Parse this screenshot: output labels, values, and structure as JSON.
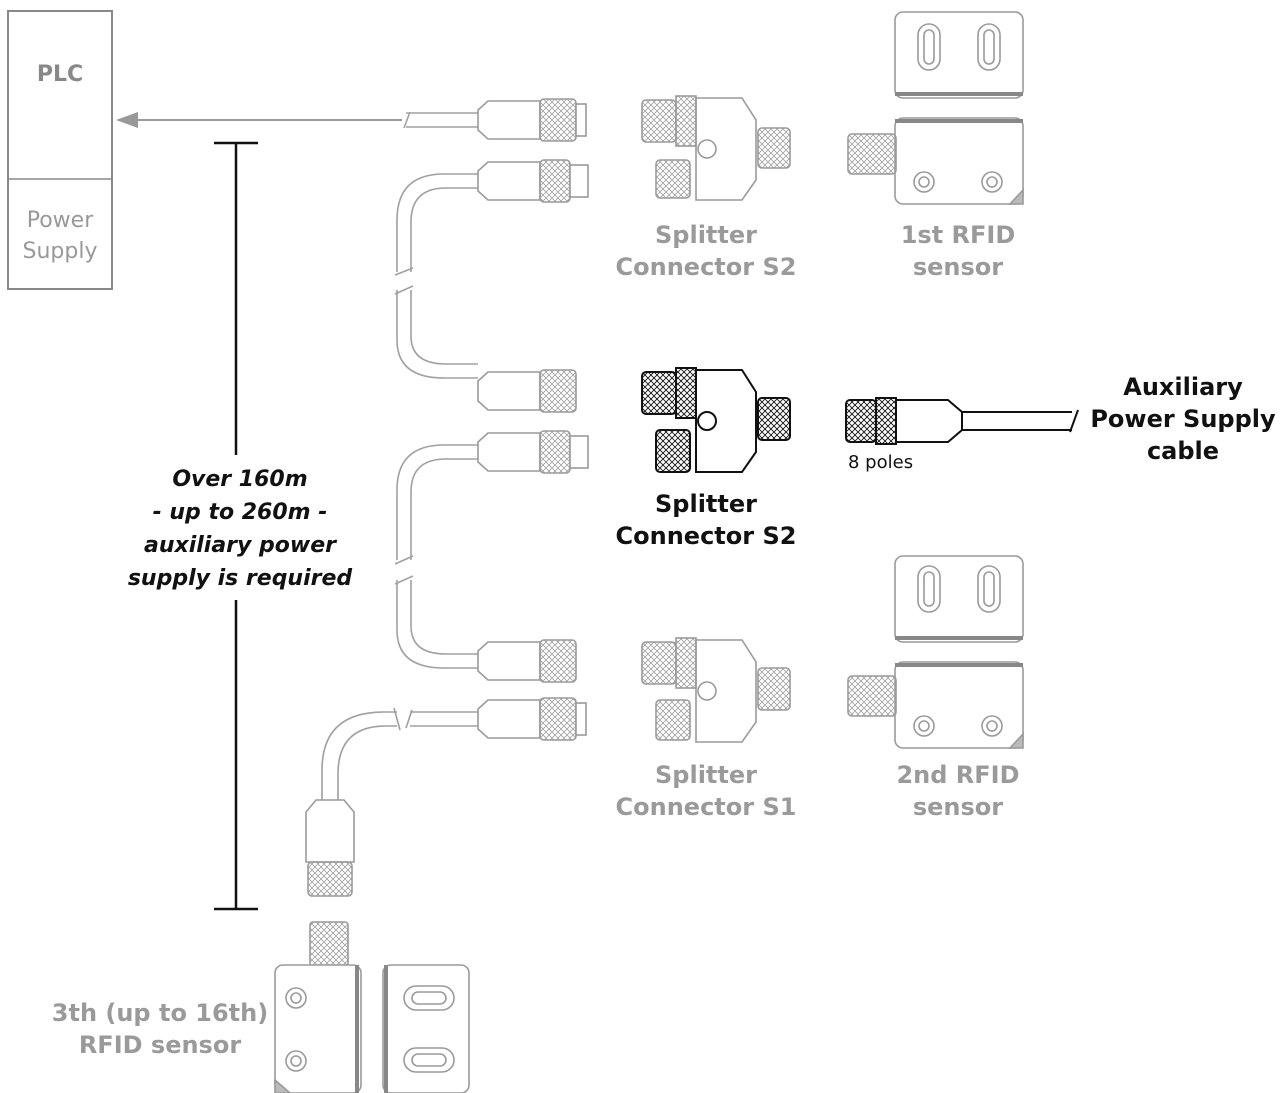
{
  "plc": {
    "label": "PLC"
  },
  "power_supply": {
    "line1": "Power",
    "line2": "Supply"
  },
  "distance_note": {
    "line1": "Over 160m",
    "line2": "- up to 260m -",
    "line3": "auxiliary power",
    "line4": "supply is required"
  },
  "splitter_top": {
    "line1": "Splitter",
    "line2": "Connector S2"
  },
  "splitter_mid": {
    "line1": "Splitter",
    "line2": "Connector S2"
  },
  "splitter_bottom": {
    "line1": "Splitter",
    "line2": "Connector S1"
  },
  "sensor_1": {
    "line1": "1st RFID",
    "line2": "sensor"
  },
  "sensor_2": {
    "line1": "2nd RFID",
    "line2": "sensor"
  },
  "sensor_3": {
    "line1": "3th (up to 16th)",
    "line2": "RFID sensor"
  },
  "aux_cable": {
    "line1": "Auxiliary",
    "line2": "Power Supply",
    "line3": "cable",
    "poles": "8 poles"
  },
  "colors": {
    "grey_stroke": "#9a9a9a",
    "dark_stroke": "#111111",
    "grey_text": "#9a9a9a"
  }
}
